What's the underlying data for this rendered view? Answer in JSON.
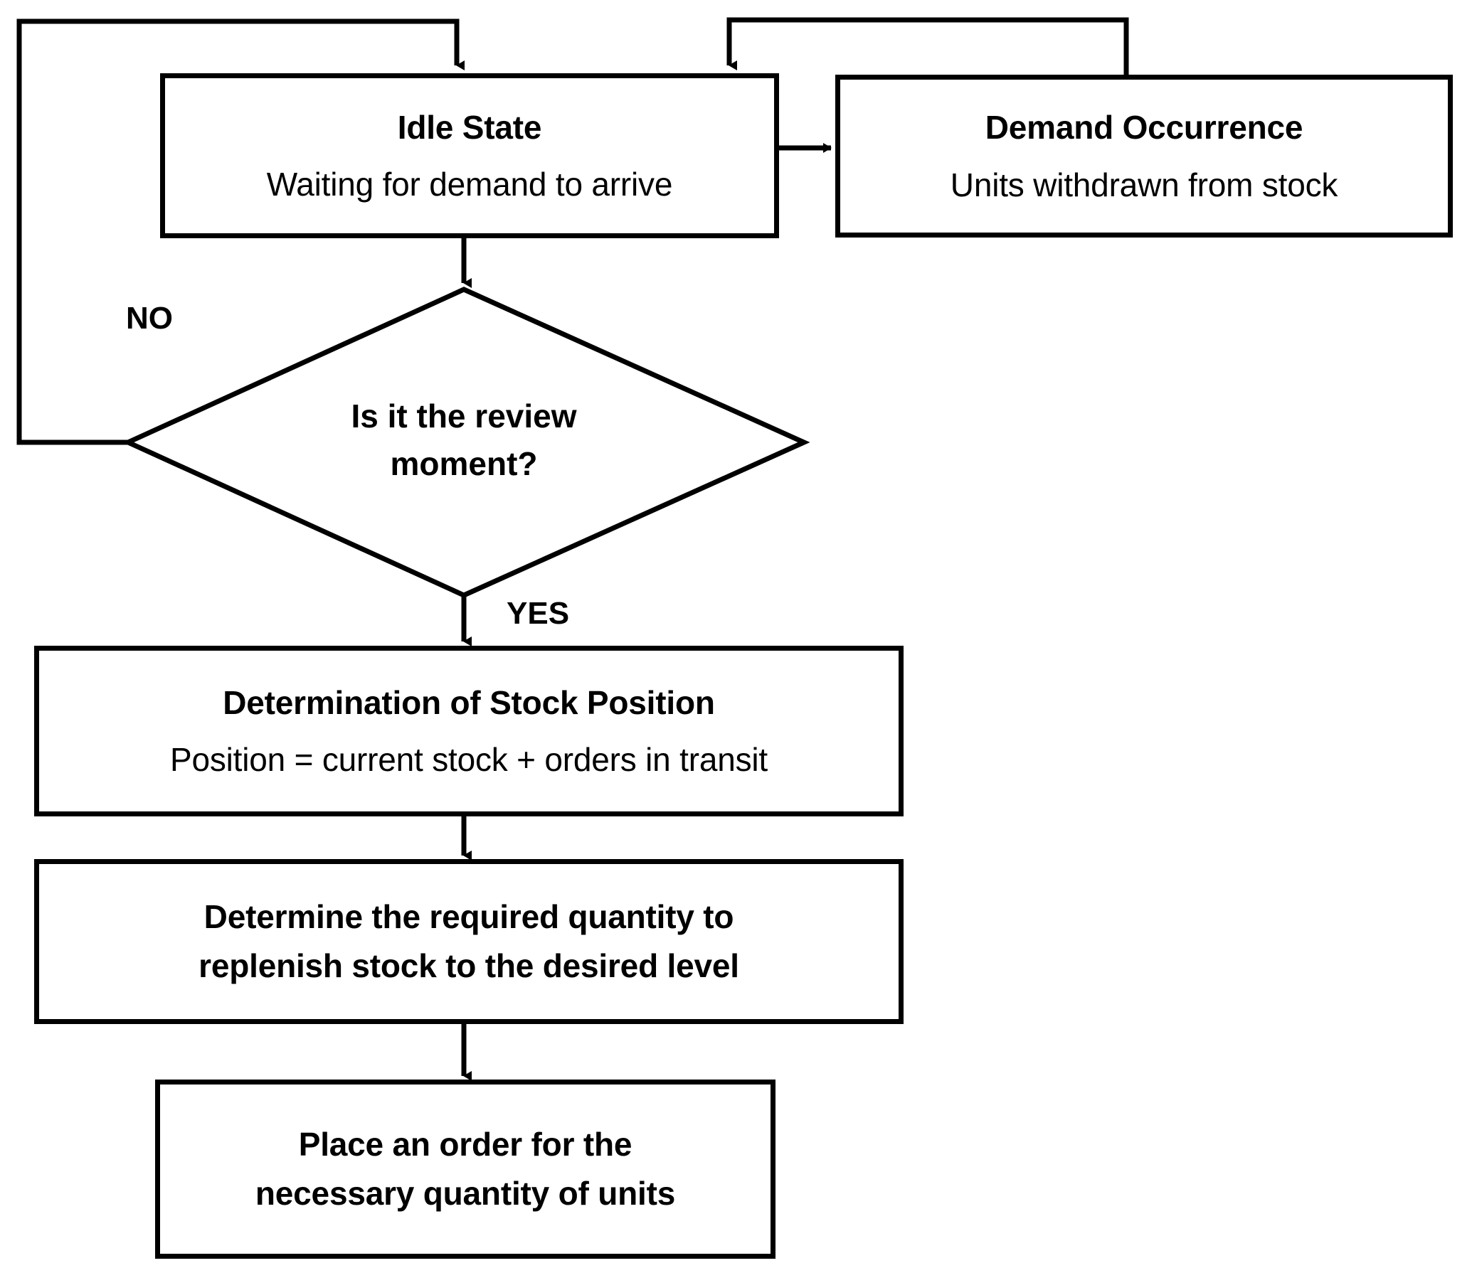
{
  "diagram": {
    "type": "flowchart",
    "title": "Periodic review inventory replenishment flowchart",
    "background_color": "#ffffff",
    "line_color": "#000000",
    "text_color": "#000000",
    "nodes": {
      "idle_state": {
        "shape": "process",
        "title": "Idle State",
        "subtitle": "Waiting for demand to arrive"
      },
      "demand_occurrence": {
        "shape": "process",
        "title": "Demand Occurrence",
        "subtitle": "Units withdrawn from stock"
      },
      "review_decision": {
        "shape": "decision",
        "line1": "Is it the review",
        "line2": "moment?"
      },
      "stock_position": {
        "shape": "process",
        "title": "Determination of Stock Position",
        "subtitle": "Position = current stock + orders in transit"
      },
      "required_quantity": {
        "shape": "process",
        "line1": "Determine the required quantity to",
        "line2": "replenish stock to the desired level"
      },
      "place_order": {
        "shape": "process",
        "line1": "Place an order for the",
        "line2": "necessary quantity of units"
      }
    },
    "edge_labels": {
      "no": "NO",
      "yes": "YES"
    },
    "edges": [
      {
        "from": "idle_state",
        "to": "demand_occurrence",
        "label": ""
      },
      {
        "from": "demand_occurrence",
        "to": "idle_state",
        "label": ""
      },
      {
        "from": "idle_state",
        "to": "review_decision",
        "label": ""
      },
      {
        "from": "review_decision",
        "to": "idle_state",
        "label": "NO"
      },
      {
        "from": "review_decision",
        "to": "stock_position",
        "label": "YES"
      },
      {
        "from": "stock_position",
        "to": "required_quantity",
        "label": ""
      },
      {
        "from": "required_quantity",
        "to": "place_order",
        "label": ""
      }
    ]
  }
}
